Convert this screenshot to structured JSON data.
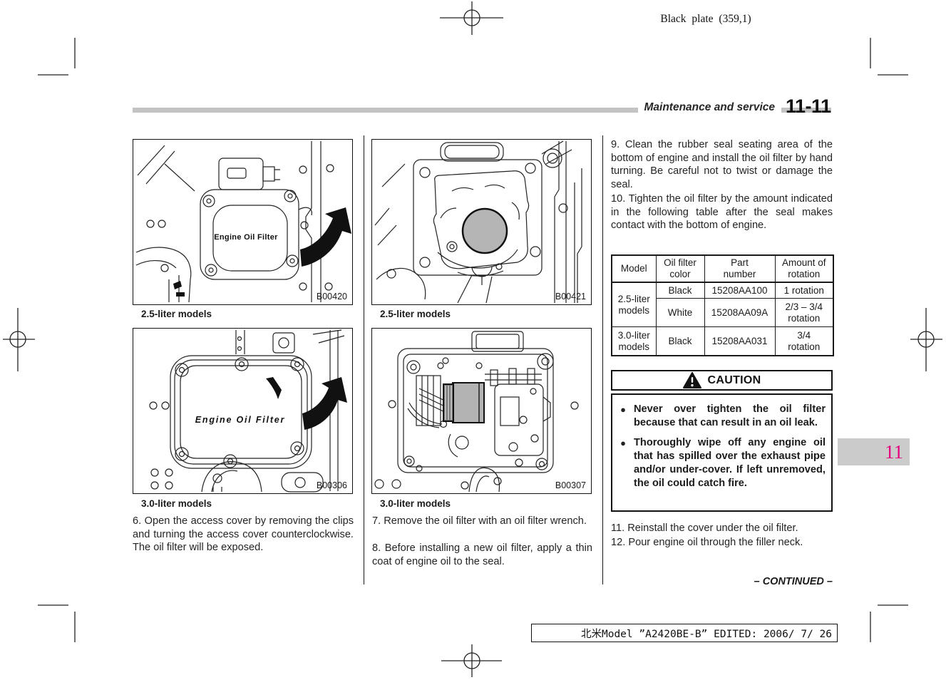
{
  "page": {
    "plate_note": "Black plate (359,1)",
    "header": {
      "section": "Maintenance and service",
      "page_ref": "11-11"
    },
    "tab": {
      "number": "11"
    },
    "continued": "– CONTINUED –",
    "footer": "北米Model ”A2420BE-B” EDITED: 2006/ 7/ 26"
  },
  "columns": {
    "left": {
      "fig_top": {
        "code": "B00420",
        "caption": "2.5-liter models",
        "label": "Engine Oil Filter"
      },
      "fig_bottom": {
        "code": "B00306",
        "caption": "3.0-liter models",
        "label": "Engine Oil Filter"
      },
      "step6": "6.  Open the access cover by removing the clips and turning the access cover counterclockwise. The oil filter will be exposed."
    },
    "middle": {
      "fig_top": {
        "code": "B00421",
        "caption": "2.5-liter models"
      },
      "fig_bottom": {
        "code": "B00307",
        "caption": "3.0-liter models"
      },
      "step7": "7.  Remove the oil filter with an oil filter wrench.",
      "step8": "8.  Before installing a new oil filter, apply a thin coat of engine oil to the seal."
    },
    "right": {
      "step9": "9.  Clean the rubber seal seating area of the bottom of engine and install the oil filter by hand turning. Be careful not to twist or damage the seal.",
      "step10": "10. Tighten the oil filter by the amount indicated in the following table after the seal makes contact with the bottom of engine.",
      "step11": "11. Reinstall the cover under the oil filter.",
      "step12": "12. Pour engine oil through the filler neck."
    }
  },
  "table": {
    "headers": {
      "model": "Model",
      "color": "Oil filter color",
      "part": "Part number",
      "rotation": "Amount of rotation"
    },
    "rows": [
      {
        "model": "2.5-liter models",
        "color": "Black",
        "part": "15208AA100",
        "rotation": "1 rotation"
      },
      {
        "color": "White",
        "part": "15208AA09A",
        "rotation": "2/3 – 3/4 rotation"
      },
      {
        "model": "3.0-liter models",
        "color": "Black",
        "part": "15208AA031",
        "rotation": "3/4 rotation"
      }
    ]
  },
  "caution": {
    "title": "CAUTION",
    "bullet": "●",
    "items": [
      "Never over tighten the oil filter because that can result in an oil leak.",
      "Thoroughly wipe off any engine oil that has spilled over the exhaust pipe and/or under-cover. If left unremoved, the oil could catch fire."
    ]
  },
  "colors": {
    "tab_bg": "#cbcbcb",
    "tab_text": "#e4007e",
    "header_bar": "#c3c3c3"
  }
}
